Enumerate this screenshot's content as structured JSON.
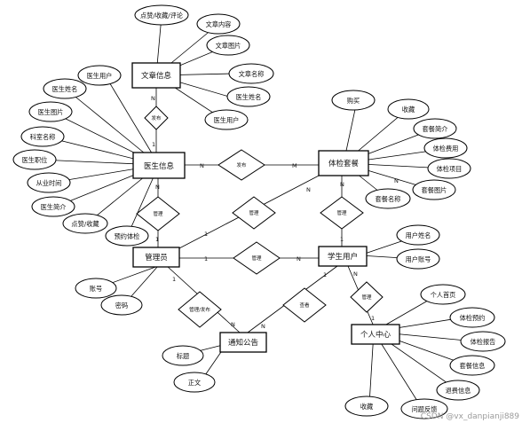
{
  "entities": {
    "article": "文章信息",
    "doctor": "医生信息",
    "package": "体检套餐",
    "admin": "管理员",
    "student": "学生用户",
    "notice": "通知公告",
    "center": "个人中心"
  },
  "attributes": {
    "article_like": "点赞/收藏/评论",
    "article_content": "文章内容",
    "article_image": "文章图片",
    "article_name": "文章名称",
    "article_doctor_name": "医生姓名",
    "article_doctor_user": "医生用户",
    "doctor_user": "医生用户",
    "doctor_name": "医生姓名",
    "doctor_image": "医生图片",
    "dept_name": "科室名称",
    "doctor_title": "医生职位",
    "work_time": "从业时间",
    "doctor_intro": "医生简介",
    "doctor_like": "点赞/收藏",
    "booking": "预约体检",
    "buy": "购买",
    "pkg_fav": "收藏",
    "pkg_intro": "套餐简介",
    "pkg_fee": "体检费用",
    "pkg_item": "体检项目",
    "pkg_image": "套餐图片",
    "pkg_name": "套餐名称",
    "stu_name": "用户姓名",
    "stu_account": "用户账号",
    "admin_account": "账号",
    "admin_password": "密码",
    "notice_title": "标题",
    "notice_body": "正文",
    "c_home": "个人首页",
    "c_booking": "体检预约",
    "c_report": "体检报告",
    "c_pkg": "套餐信息",
    "c_refund": "退费信息",
    "c_fav": "收藏",
    "c_feedback": "问题反馈"
  },
  "relations": {
    "r_article_doctor": "发布",
    "r_doctor_package": "发布",
    "r_doctor_admin": "管理",
    "r_admin_package": "管理",
    "r_package_student": "管理",
    "r_admin_student": "管理",
    "r_admin_notice": "管理/发布",
    "r_student_notice": "查看",
    "r_student_center": "管理"
  },
  "cardinality": {
    "c1": "N",
    "c2": "1",
    "c3": "N",
    "c4": "M",
    "c5": "N",
    "c6": "1",
    "c7": "1",
    "c8": "N",
    "c9": "N",
    "c10": "1",
    "c11": "1",
    "c12": "N",
    "c13": "1",
    "c14": "N",
    "c15": "1",
    "c16": "N",
    "c17": "N",
    "c18": "1",
    "c19": "N"
  },
  "watermark": "CSDN @vx_danpianji889"
}
